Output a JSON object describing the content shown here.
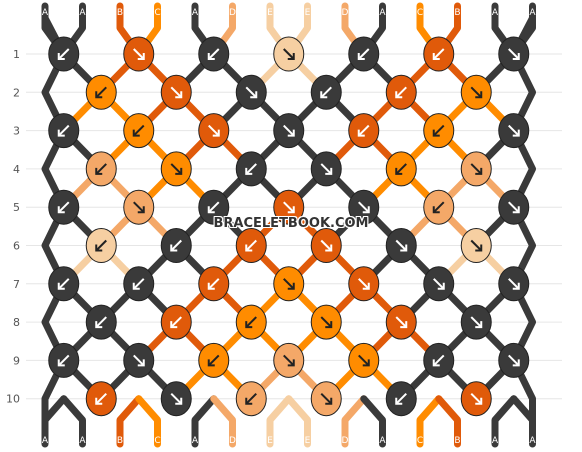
{
  "watermark": "BRACELETBOOK.COM",
  "colors": {
    "A": "#3a3a3a",
    "B": "#e05a0a",
    "C": "#ff8c00",
    "D": "#f4a868",
    "E": "#f6cfa2",
    "guide": "#e6e6e6",
    "label": "#555555"
  },
  "strands_top": [
    "A",
    "A",
    "B",
    "C",
    "A",
    "D",
    "E",
    "E",
    "D",
    "A",
    "C",
    "B",
    "A",
    "A"
  ],
  "strands_bottom": [
    "A",
    "A",
    "B",
    "C",
    "A",
    "D",
    "E",
    "E",
    "D",
    "A",
    "C",
    "B",
    "A",
    "A"
  ],
  "rows": [
    {
      "label": "1",
      "knots": [
        {
          "color": "A",
          "icon": "arrow-down-left-icon"
        },
        {
          "color": "B",
          "icon": "arrow-down-right-icon"
        },
        {
          "color": "A",
          "icon": "arrow-down-left-icon"
        },
        {
          "color": "E",
          "icon": "arrow-down-right-icon"
        },
        {
          "color": "A",
          "icon": "arrow-down-left-icon"
        },
        {
          "color": "B",
          "icon": "arrow-down-left-icon"
        },
        {
          "color": "A",
          "icon": "arrow-down-right-icon"
        }
      ]
    },
    {
      "label": "2",
      "knots": [
        {
          "color": "C",
          "icon": "arrow-down-left-icon"
        },
        {
          "color": "B",
          "icon": "arrow-down-right-icon"
        },
        {
          "color": "A",
          "icon": "arrow-down-right-icon"
        },
        {
          "color": "A",
          "icon": "arrow-down-left-icon"
        },
        {
          "color": "B",
          "icon": "arrow-down-left-icon"
        },
        {
          "color": "C",
          "icon": "arrow-down-right-icon"
        }
      ]
    },
    {
      "label": "3",
      "knots": [
        {
          "color": "A",
          "icon": "arrow-down-left-icon"
        },
        {
          "color": "C",
          "icon": "arrow-down-left-icon"
        },
        {
          "color": "B",
          "icon": "arrow-down-right-icon"
        },
        {
          "color": "A",
          "icon": "arrow-down-right-icon"
        },
        {
          "color": "B",
          "icon": "arrow-down-left-icon"
        },
        {
          "color": "C",
          "icon": "arrow-down-left-icon"
        },
        {
          "color": "A",
          "icon": "arrow-down-right-icon"
        }
      ]
    },
    {
      "label": "4",
      "knots": [
        {
          "color": "D",
          "icon": "arrow-down-left-icon"
        },
        {
          "color": "C",
          "icon": "arrow-down-right-icon"
        },
        {
          "color": "A",
          "icon": "arrow-down-left-icon"
        },
        {
          "color": "A",
          "icon": "arrow-down-right-icon"
        },
        {
          "color": "C",
          "icon": "arrow-down-left-icon"
        },
        {
          "color": "D",
          "icon": "arrow-down-right-icon"
        }
      ]
    },
    {
      "label": "5",
      "knots": [
        {
          "color": "A",
          "icon": "arrow-down-left-icon"
        },
        {
          "color": "D",
          "icon": "arrow-down-right-icon"
        },
        {
          "color": "A",
          "icon": "arrow-down-left-icon"
        },
        {
          "color": "B",
          "icon": "arrow-down-right-icon"
        },
        {
          "color": "A",
          "icon": "arrow-down-right-icon"
        },
        {
          "color": "D",
          "icon": "arrow-down-left-icon"
        },
        {
          "color": "A",
          "icon": "arrow-down-right-icon"
        }
      ]
    },
    {
      "label": "6",
      "knots": [
        {
          "color": "E",
          "icon": "arrow-down-left-icon"
        },
        {
          "color": "A",
          "icon": "arrow-down-left-icon"
        },
        {
          "color": "B",
          "icon": "arrow-down-left-icon"
        },
        {
          "color": "B",
          "icon": "arrow-down-right-icon"
        },
        {
          "color": "A",
          "icon": "arrow-down-right-icon"
        },
        {
          "color": "E",
          "icon": "arrow-down-right-icon"
        }
      ]
    },
    {
      "label": "7",
      "knots": [
        {
          "color": "A",
          "icon": "arrow-down-left-icon"
        },
        {
          "color": "A",
          "icon": "arrow-down-left-icon"
        },
        {
          "color": "B",
          "icon": "arrow-down-left-icon"
        },
        {
          "color": "C",
          "icon": "arrow-down-right-icon"
        },
        {
          "color": "B",
          "icon": "arrow-down-right-icon"
        },
        {
          "color": "A",
          "icon": "arrow-down-right-icon"
        },
        {
          "color": "A",
          "icon": "arrow-down-right-icon"
        }
      ]
    },
    {
      "label": "8",
      "knots": [
        {
          "color": "A",
          "icon": "arrow-down-left-icon"
        },
        {
          "color": "B",
          "icon": "arrow-down-left-icon"
        },
        {
          "color": "C",
          "icon": "arrow-down-left-icon"
        },
        {
          "color": "C",
          "icon": "arrow-down-right-icon"
        },
        {
          "color": "B",
          "icon": "arrow-down-right-icon"
        },
        {
          "color": "A",
          "icon": "arrow-down-right-icon"
        }
      ]
    },
    {
      "label": "9",
      "knots": [
        {
          "color": "A",
          "icon": "arrow-down-left-icon"
        },
        {
          "color": "A",
          "icon": "arrow-down-right-icon"
        },
        {
          "color": "C",
          "icon": "arrow-down-left-icon"
        },
        {
          "color": "D",
          "icon": "arrow-down-right-icon"
        },
        {
          "color": "C",
          "icon": "arrow-down-right-icon"
        },
        {
          "color": "A",
          "icon": "arrow-down-left-icon"
        },
        {
          "color": "A",
          "icon": "arrow-down-right-icon"
        }
      ]
    },
    {
      "label": "10",
      "knots": [
        {
          "color": "B",
          "icon": "arrow-down-left-icon"
        },
        {
          "color": "A",
          "icon": "arrow-down-right-icon"
        },
        {
          "color": "D",
          "icon": "arrow-down-left-icon"
        },
        {
          "color": "D",
          "icon": "arrow-down-right-icon"
        },
        {
          "color": "A",
          "icon": "arrow-down-left-icon"
        },
        {
          "color": "B",
          "icon": "arrow-down-right-icon"
        }
      ]
    }
  ]
}
